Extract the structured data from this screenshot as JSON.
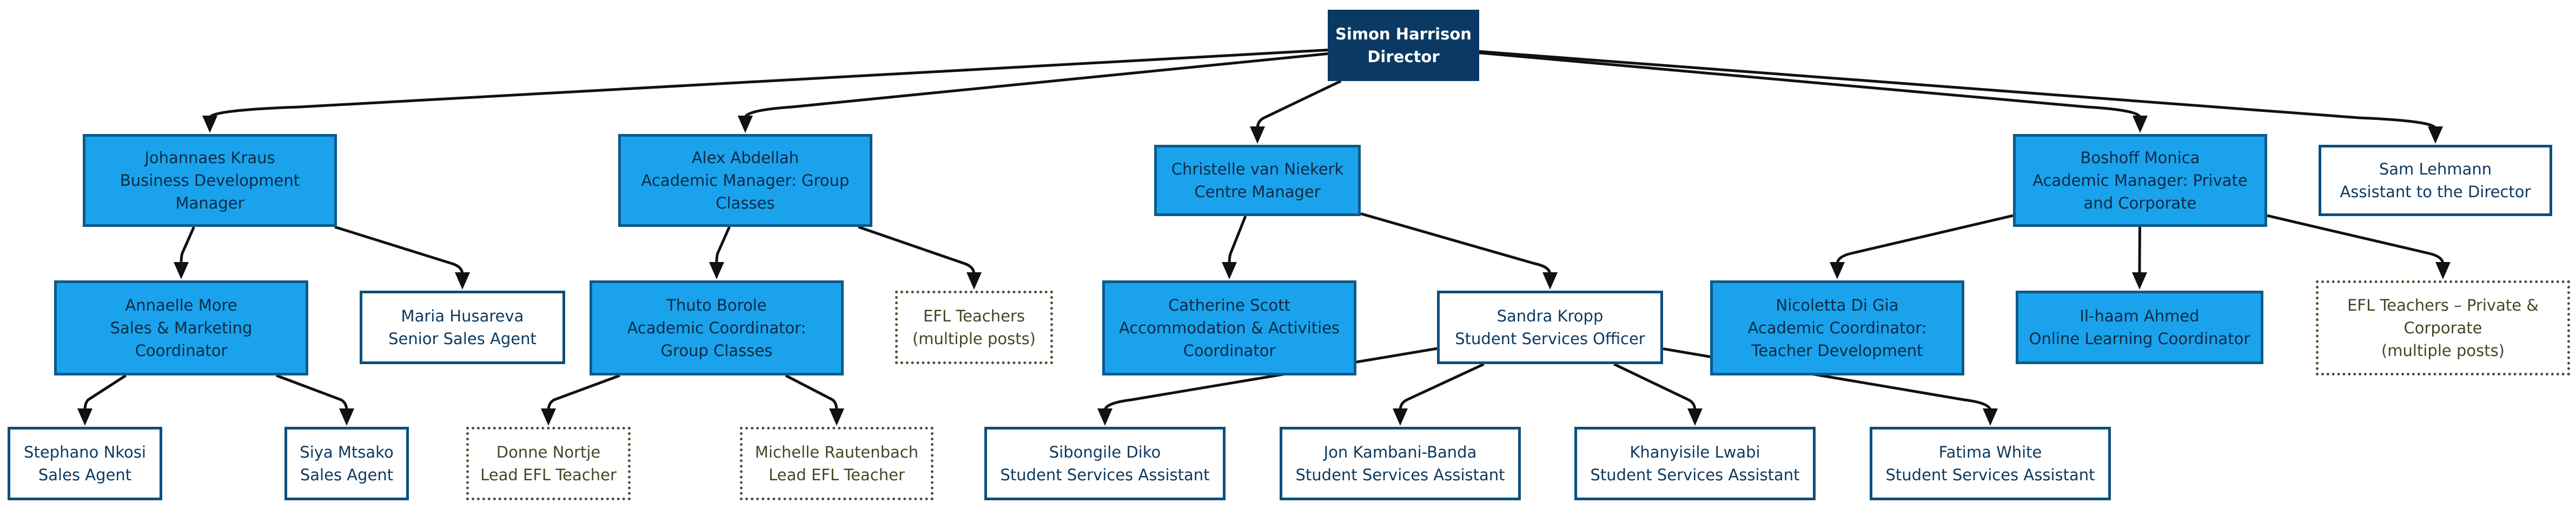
{
  "colors": {
    "root_fill": "#0a3a63",
    "filled_fill": "#1aa3ec",
    "filled_border": "#0d5b8a",
    "outline_border": "#0d4f7c",
    "dashed_border": "#5a4a2c",
    "edge": "#111111"
  },
  "nodes": [
    {
      "id": "simon",
      "lines": [
        "Simon Harrison",
        "Director"
      ],
      "style": "root"
    },
    {
      "id": "johannaes",
      "lines": [
        "Johannaes Kraus",
        "Business Development",
        "Manager"
      ],
      "style": "filled"
    },
    {
      "id": "alex",
      "lines": [
        "Alex Abdellah",
        "Academic Manager: Group",
        "Classes"
      ],
      "style": "filled"
    },
    {
      "id": "christelle",
      "lines": [
        "Christelle van Niekerk",
        "Centre Manager"
      ],
      "style": "filled"
    },
    {
      "id": "boshoff",
      "lines": [
        "Boshoff Monica",
        "Academic Manager: Private",
        "and Corporate"
      ],
      "style": "filled"
    },
    {
      "id": "sam",
      "lines": [
        "Sam Lehmann",
        "Assistant to the Director"
      ],
      "style": "outline"
    },
    {
      "id": "annaelle",
      "lines": [
        "Annaelle More",
        "Sales & Marketing",
        "Coordinator"
      ],
      "style": "filled"
    },
    {
      "id": "maria",
      "lines": [
        "Maria Husareva",
        "Senior Sales Agent"
      ],
      "style": "outline"
    },
    {
      "id": "thuto",
      "lines": [
        "Thuto Borole",
        "Academic Coordinator:",
        "Group Classes"
      ],
      "style": "filled"
    },
    {
      "id": "efl_group",
      "lines": [
        "EFL Teachers",
        "(multiple posts)"
      ],
      "style": "dashed"
    },
    {
      "id": "catherine",
      "lines": [
        "Catherine Scott",
        "Accommodation & Activities",
        "Coordinator"
      ],
      "style": "filled"
    },
    {
      "id": "sandra",
      "lines": [
        "Sandra Kropp",
        "Student Services Officer"
      ],
      "style": "outline"
    },
    {
      "id": "nicoletta",
      "lines": [
        "Nicoletta Di Gia",
        "Academic Coordinator:",
        "Teacher Development"
      ],
      "style": "filled"
    },
    {
      "id": "ilhaam",
      "lines": [
        "Il-haam Ahmed",
        "Online Learning Coordinator"
      ],
      "style": "filled"
    },
    {
      "id": "efl_private",
      "lines": [
        "EFL Teachers – Private &",
        "Corporate",
        "(multiple posts)"
      ],
      "style": "dashed"
    },
    {
      "id": "stephano",
      "lines": [
        "Stephano Nkosi",
        "Sales Agent"
      ],
      "style": "outline"
    },
    {
      "id": "siya",
      "lines": [
        "Siya Mtsako",
        "Sales Agent"
      ],
      "style": "outline"
    },
    {
      "id": "donne",
      "lines": [
        "Donne Nortje",
        "Lead EFL Teacher"
      ],
      "style": "dashed"
    },
    {
      "id": "michelle",
      "lines": [
        "Michelle Rautenbach",
        "Lead EFL Teacher"
      ],
      "style": "dashed"
    },
    {
      "id": "sibongile",
      "lines": [
        "Sibongile Diko",
        "Student Services Assistant"
      ],
      "style": "outline"
    },
    {
      "id": "jon",
      "lines": [
        "Jon Kambani-Banda",
        "Student Services Assistant"
      ],
      "style": "outline"
    },
    {
      "id": "khanyisile",
      "lines": [
        "Khanyisile Lwabi",
        "Student Services Assistant"
      ],
      "style": "outline"
    },
    {
      "id": "fatima",
      "lines": [
        "Fatima White",
        "Student Services Assistant"
      ],
      "style": "outline"
    }
  ],
  "edges": [
    [
      "simon",
      "johannaes"
    ],
    [
      "simon",
      "alex"
    ],
    [
      "simon",
      "christelle"
    ],
    [
      "simon",
      "boshoff"
    ],
    [
      "simon",
      "sam"
    ],
    [
      "johannaes",
      "annaelle"
    ],
    [
      "johannaes",
      "maria"
    ],
    [
      "alex",
      "thuto"
    ],
    [
      "alex",
      "efl_group"
    ],
    [
      "christelle",
      "catherine"
    ],
    [
      "christelle",
      "sandra"
    ],
    [
      "boshoff",
      "nicoletta"
    ],
    [
      "boshoff",
      "ilhaam"
    ],
    [
      "boshoff",
      "efl_private"
    ],
    [
      "annaelle",
      "stephano"
    ],
    [
      "annaelle",
      "siya"
    ],
    [
      "thuto",
      "donne"
    ],
    [
      "thuto",
      "michelle"
    ],
    [
      "sandra",
      "sibongile"
    ],
    [
      "sandra",
      "jon"
    ],
    [
      "sandra",
      "khanyisile"
    ],
    [
      "sandra",
      "fatima"
    ]
  ]
}
